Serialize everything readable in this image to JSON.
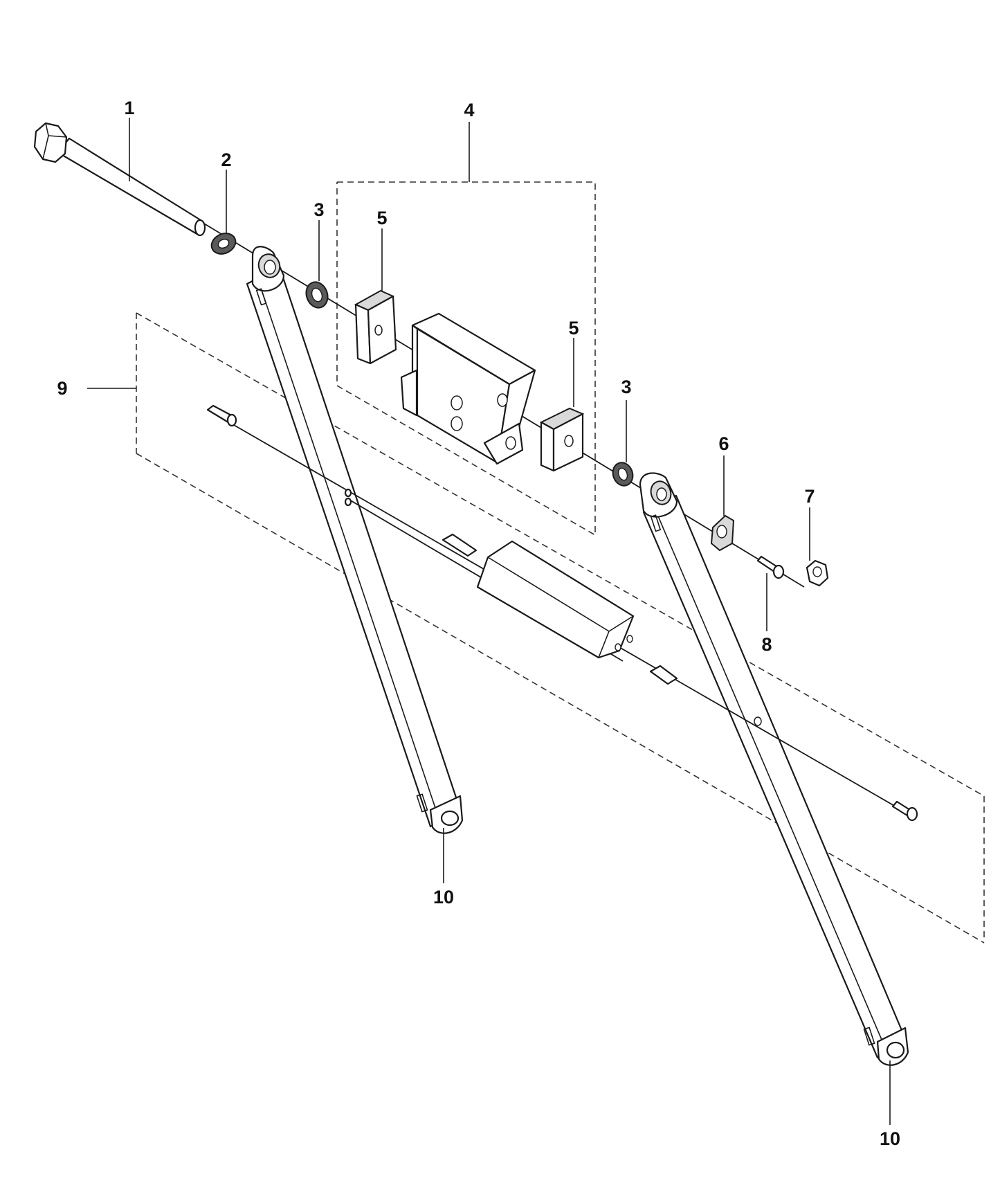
{
  "diagram": {
    "callouts": [
      {
        "id": "c1",
        "label": "1"
      },
      {
        "id": "c2",
        "label": "2"
      },
      {
        "id": "c3a",
        "label": "3"
      },
      {
        "id": "c4",
        "label": "4"
      },
      {
        "id": "c5a",
        "label": "5"
      },
      {
        "id": "c5b",
        "label": "5"
      },
      {
        "id": "c3b",
        "label": "3"
      },
      {
        "id": "c6",
        "label": "6"
      },
      {
        "id": "c7",
        "label": "7"
      },
      {
        "id": "c8",
        "label": "8"
      },
      {
        "id": "c9",
        "label": "9"
      },
      {
        "id": "c10a",
        "label": "10"
      },
      {
        "id": "c10b",
        "label": "10"
      }
    ]
  }
}
